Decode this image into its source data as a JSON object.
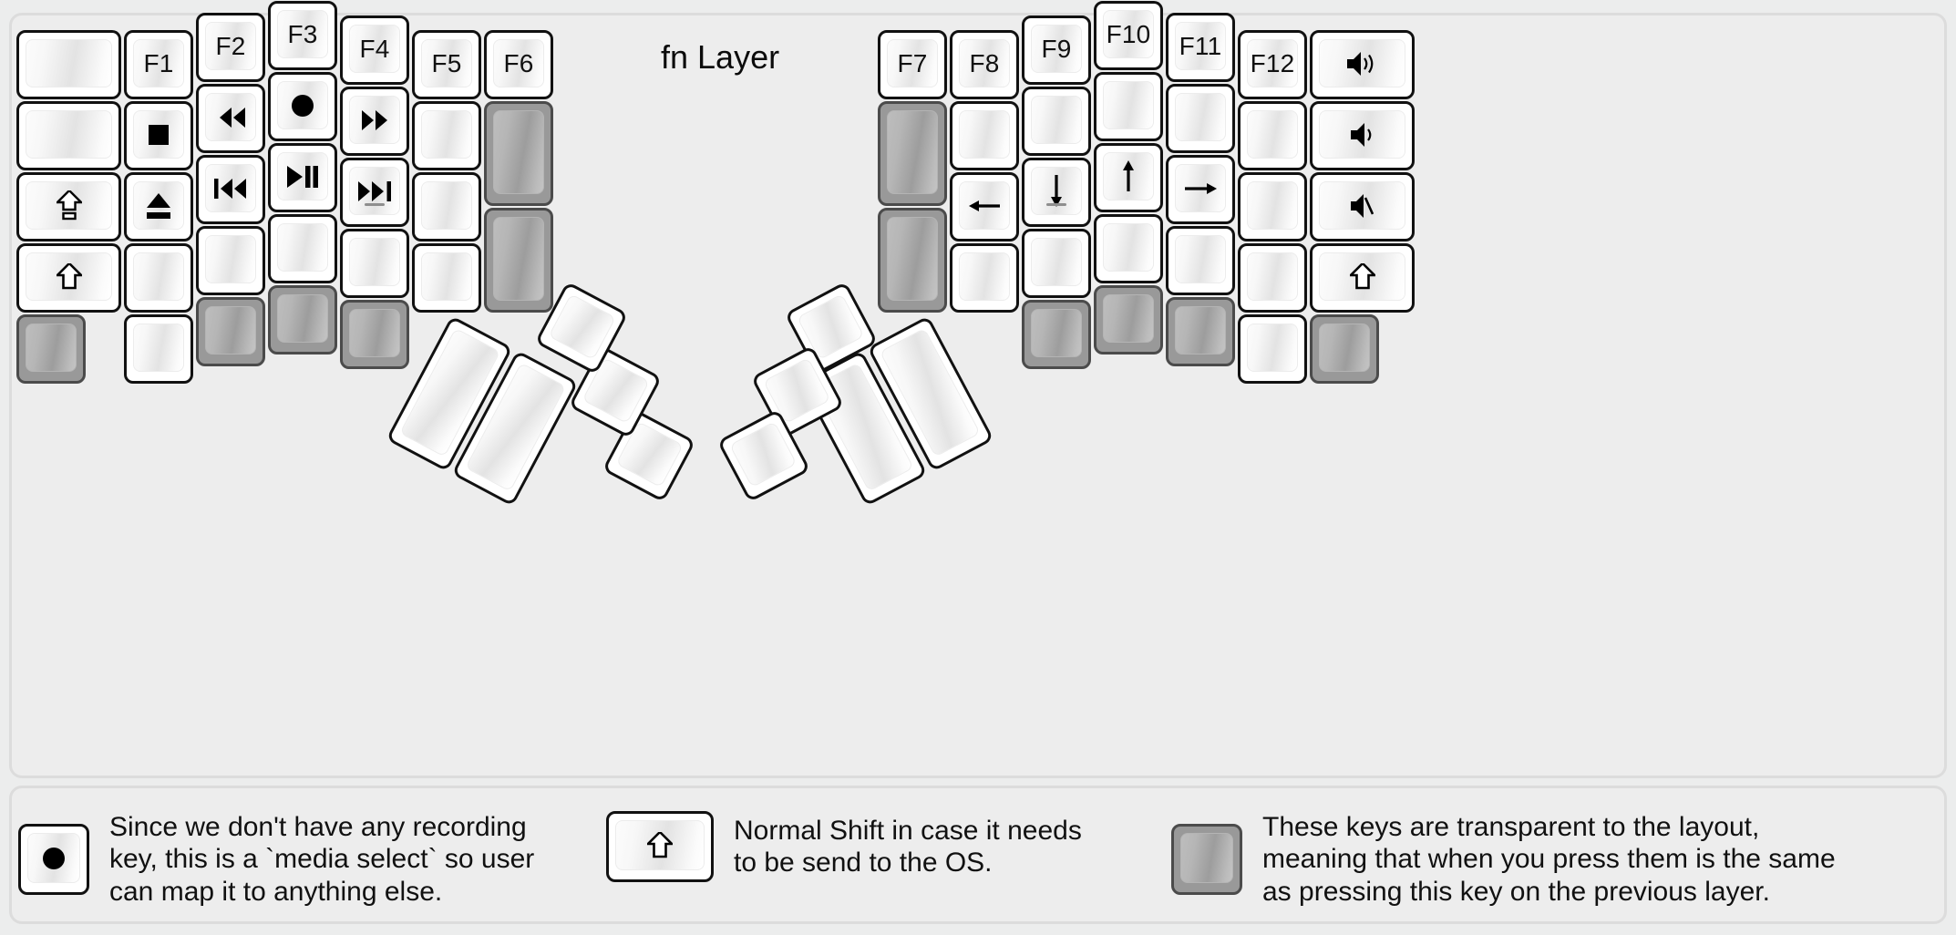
{
  "title": "fn Layer",
  "colors": {
    "background": "#eceded",
    "panel": "#ededed",
    "key_white": "#ffffff",
    "key_transparent": "#999999",
    "outline": "#111111",
    "text": "#111111"
  },
  "legend": [
    {
      "key_glyph": "record-dot",
      "key_style": "white",
      "text": "Since we don't have any recording\nkey, this is a `media select` so user\ncan map it to anything else."
    },
    {
      "key_glyph": "shift-arrow",
      "key_style": "white",
      "text": "Normal Shift in case it needs\nto be send to the OS."
    },
    {
      "key_glyph": "",
      "key_style": "transparent",
      "text": "These keys are transparent to the layout,\nmeaning that when you press them is the same\nas pressing this key on the previous layer."
    }
  ],
  "left_half": {
    "columns": [
      {
        "name": "col-outer",
        "keys": [
          {
            "label": "",
            "glyph": "",
            "style": "white",
            "w": 1.5,
            "h": 1
          },
          {
            "label": "",
            "glyph": "",
            "style": "white",
            "w": 1.5,
            "h": 1
          },
          {
            "label": "",
            "glyph": "caps-shift",
            "style": "white",
            "w": 1.5,
            "h": 1
          },
          {
            "label": "",
            "glyph": "shift-arrow",
            "style": "white",
            "w": 1.5,
            "h": 1
          },
          {
            "label": "",
            "glyph": "",
            "style": "transparent",
            "w": 1,
            "h": 1
          }
        ]
      },
      {
        "name": "col-f1",
        "keys": [
          {
            "label": "F1",
            "glyph": "",
            "style": "white",
            "w": 1,
            "h": 1
          },
          {
            "label": "",
            "glyph": "stop",
            "style": "white",
            "w": 1,
            "h": 1
          },
          {
            "label": "",
            "glyph": "eject",
            "style": "white",
            "w": 1,
            "h": 1
          },
          {
            "label": "",
            "glyph": "",
            "style": "white",
            "w": 1,
            "h": 1
          },
          {
            "label": "",
            "glyph": "",
            "style": "white",
            "w": 1,
            "h": 1
          }
        ]
      },
      {
        "name": "col-f2",
        "keys": [
          {
            "label": "F2",
            "glyph": "",
            "style": "white",
            "w": 1,
            "h": 1
          },
          {
            "label": "",
            "glyph": "rewind",
            "style": "white",
            "w": 1,
            "h": 1
          },
          {
            "label": "",
            "glyph": "prev-track",
            "style": "white",
            "w": 1,
            "h": 1
          },
          {
            "label": "",
            "glyph": "",
            "style": "white",
            "w": 1,
            "h": 1
          },
          {
            "label": "",
            "glyph": "",
            "style": "transparent",
            "w": 1,
            "h": 1
          }
        ]
      },
      {
        "name": "col-f3",
        "keys": [
          {
            "label": "F3",
            "glyph": "",
            "style": "white",
            "w": 1,
            "h": 1
          },
          {
            "label": "",
            "glyph": "record-dot",
            "style": "white",
            "w": 1,
            "h": 1
          },
          {
            "label": "",
            "glyph": "play-pause",
            "style": "white",
            "w": 1,
            "h": 1
          },
          {
            "label": "",
            "glyph": "",
            "style": "white",
            "w": 1,
            "h": 1
          },
          {
            "label": "",
            "glyph": "",
            "style": "transparent",
            "w": 1,
            "h": 1
          }
        ]
      },
      {
        "name": "col-f4",
        "keys": [
          {
            "label": "F4",
            "glyph": "",
            "style": "white",
            "w": 1,
            "h": 1
          },
          {
            "label": "",
            "glyph": "fast-forward",
            "style": "white",
            "w": 1,
            "h": 1
          },
          {
            "label": "",
            "glyph": "next-track",
            "style": "white",
            "w": 1,
            "h": 1,
            "homing": true
          },
          {
            "label": "",
            "glyph": "",
            "style": "white",
            "w": 1,
            "h": 1
          },
          {
            "label": "",
            "glyph": "",
            "style": "transparent",
            "w": 1,
            "h": 1
          }
        ]
      },
      {
        "name": "col-f5",
        "keys": [
          {
            "label": "F5",
            "glyph": "",
            "style": "white",
            "w": 1,
            "h": 1
          },
          {
            "label": "",
            "glyph": "",
            "style": "white",
            "w": 1,
            "h": 1
          },
          {
            "label": "",
            "glyph": "",
            "style": "white",
            "w": 1,
            "h": 1
          },
          {
            "label": "",
            "glyph": "",
            "style": "white",
            "w": 1,
            "h": 1
          }
        ]
      },
      {
        "name": "col-f6",
        "keys": [
          {
            "label": "F6",
            "glyph": "",
            "style": "white",
            "w": 1,
            "h": 1
          },
          {
            "label": "",
            "glyph": "",
            "style": "transparent",
            "w": 1,
            "h": 1.5
          },
          {
            "label": "",
            "glyph": "",
            "style": "transparent",
            "w": 1,
            "h": 1.5
          }
        ]
      }
    ],
    "thumb_keys": [
      {
        "name": "thumb-big-1",
        "glyph": "",
        "style": "white",
        "w": 1,
        "h": 2
      },
      {
        "name": "thumb-big-2",
        "glyph": "",
        "style": "white",
        "w": 1,
        "h": 2
      },
      {
        "name": "thumb-small-1",
        "glyph": "",
        "style": "white",
        "w": 1,
        "h": 1
      },
      {
        "name": "thumb-small-2",
        "glyph": "",
        "style": "white",
        "w": 1,
        "h": 1
      },
      {
        "name": "thumb-small-3",
        "glyph": "",
        "style": "white",
        "w": 1,
        "h": 1
      }
    ]
  },
  "right_half": {
    "columns": [
      {
        "name": "col-f7",
        "keys": [
          {
            "label": "F7",
            "glyph": "",
            "style": "white",
            "w": 1,
            "h": 1
          },
          {
            "label": "",
            "glyph": "",
            "style": "transparent",
            "w": 1,
            "h": 1.5
          },
          {
            "label": "",
            "glyph": "",
            "style": "transparent",
            "w": 1,
            "h": 1.5
          }
        ]
      },
      {
        "name": "col-f8",
        "keys": [
          {
            "label": "F8",
            "glyph": "",
            "style": "white",
            "w": 1,
            "h": 1
          },
          {
            "label": "",
            "glyph": "",
            "style": "white",
            "w": 1,
            "h": 1
          },
          {
            "label": "",
            "glyph": "arrow-left",
            "style": "white",
            "w": 1,
            "h": 1
          },
          {
            "label": "",
            "glyph": "",
            "style": "white",
            "w": 1,
            "h": 1
          }
        ]
      },
      {
        "name": "col-f9",
        "keys": [
          {
            "label": "F9",
            "glyph": "",
            "style": "white",
            "w": 1,
            "h": 1
          },
          {
            "label": "",
            "glyph": "",
            "style": "white",
            "w": 1,
            "h": 1
          },
          {
            "label": "",
            "glyph": "arrow-down",
            "style": "white",
            "w": 1,
            "h": 1,
            "homing": true
          },
          {
            "label": "",
            "glyph": "",
            "style": "white",
            "w": 1,
            "h": 1
          },
          {
            "label": "",
            "glyph": "",
            "style": "transparent",
            "w": 1,
            "h": 1
          }
        ]
      },
      {
        "name": "col-f10",
        "keys": [
          {
            "label": "F10",
            "glyph": "",
            "style": "white",
            "w": 1,
            "h": 1
          },
          {
            "label": "",
            "glyph": "",
            "style": "white",
            "w": 1,
            "h": 1
          },
          {
            "label": "",
            "glyph": "arrow-up",
            "style": "white",
            "w": 1,
            "h": 1
          },
          {
            "label": "",
            "glyph": "",
            "style": "white",
            "w": 1,
            "h": 1
          },
          {
            "label": "",
            "glyph": "",
            "style": "transparent",
            "w": 1,
            "h": 1
          }
        ]
      },
      {
        "name": "col-f11",
        "keys": [
          {
            "label": "F11",
            "glyph": "",
            "style": "white",
            "w": 1,
            "h": 1
          },
          {
            "label": "",
            "glyph": "",
            "style": "white",
            "w": 1,
            "h": 1
          },
          {
            "label": "",
            "glyph": "arrow-right",
            "style": "white",
            "w": 1,
            "h": 1
          },
          {
            "label": "",
            "glyph": "",
            "style": "white",
            "w": 1,
            "h": 1
          },
          {
            "label": "",
            "glyph": "",
            "style": "transparent",
            "w": 1,
            "h": 1
          }
        ]
      },
      {
        "name": "col-f12",
        "keys": [
          {
            "label": "F12",
            "glyph": "",
            "style": "white",
            "w": 1,
            "h": 1
          },
          {
            "label": "",
            "glyph": "",
            "style": "white",
            "w": 1,
            "h": 1
          },
          {
            "label": "",
            "glyph": "",
            "style": "white",
            "w": 1,
            "h": 1
          },
          {
            "label": "",
            "glyph": "",
            "style": "white",
            "w": 1,
            "h": 1
          },
          {
            "label": "",
            "glyph": "",
            "style": "white",
            "w": 1,
            "h": 1
          }
        ]
      },
      {
        "name": "col-outer",
        "keys": [
          {
            "label": "",
            "glyph": "volume-up",
            "style": "white",
            "w": 1.5,
            "h": 1
          },
          {
            "label": "",
            "glyph": "volume-down",
            "style": "white",
            "w": 1.5,
            "h": 1
          },
          {
            "label": "",
            "glyph": "volume-mute",
            "style": "white",
            "w": 1.5,
            "h": 1
          },
          {
            "label": "",
            "glyph": "shift-arrow",
            "style": "white",
            "w": 1.5,
            "h": 1
          },
          {
            "label": "",
            "glyph": "",
            "style": "transparent",
            "w": 1,
            "h": 1
          }
        ]
      }
    ],
    "thumb_keys": [
      {
        "name": "thumb-small-1",
        "glyph": "",
        "style": "white",
        "w": 1,
        "h": 1
      },
      {
        "name": "thumb-small-2",
        "glyph": "",
        "style": "white",
        "w": 1,
        "h": 1
      },
      {
        "name": "thumb-small-3",
        "glyph": "",
        "style": "white",
        "w": 1,
        "h": 1
      },
      {
        "name": "thumb-big-1",
        "glyph": "",
        "style": "white",
        "w": 1,
        "h": 2
      },
      {
        "name": "thumb-big-2",
        "glyph": "",
        "style": "white",
        "w": 1,
        "h": 2
      }
    ]
  }
}
